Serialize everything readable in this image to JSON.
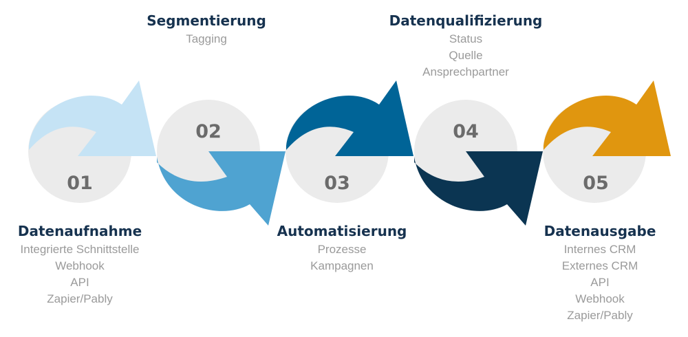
{
  "colors": {
    "step1": "#c5e3f5",
    "step2": "#4fa3d1",
    "step3": "#006497",
    "step4": "#0b3552",
    "step5": "#e0960f",
    "circle": "#ebebeb"
  },
  "steps": [
    {
      "number": "01",
      "title": "Datenaufnahme",
      "items": [
        "Integrierte Schnittstelle",
        "Webhook",
        "API",
        "Zapier/Pably"
      ]
    },
    {
      "number": "02",
      "title": "Segmentierung",
      "items": [
        "Tagging"
      ]
    },
    {
      "number": "03",
      "title": "Automatisierung",
      "items": [
        "Prozesse",
        "Kampagnen"
      ]
    },
    {
      "number": "04",
      "title": "Datenqualifizierung",
      "items": [
        "Status",
        "Quelle",
        "Ansprechpartner"
      ]
    },
    {
      "number": "05",
      "title": "Datenausgabe",
      "items": [
        "Internes CRM",
        "Externes CRM",
        "API",
        "Webhook",
        "Zapier/Pably"
      ]
    }
  ]
}
